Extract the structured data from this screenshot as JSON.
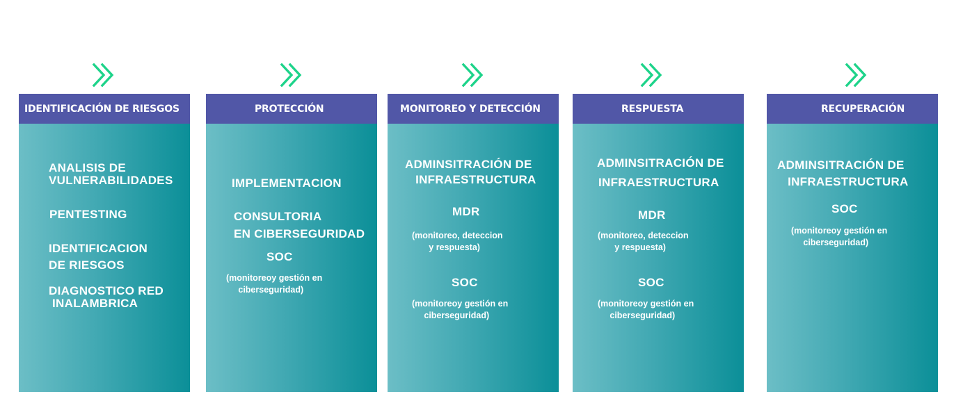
{
  "colors": {
    "header": "#5157a7",
    "chevron": "#1dd38a",
    "gradient_start": "#6cbec6",
    "gradient_end": "#0b8f98"
  },
  "stages": [
    {
      "title": "IDENTIFICACIÓN DE RIESGOS",
      "icon": "double-chevron-right-icon",
      "items": [
        {
          "text": "ANALISIS DE\nVULNERABILIDADES",
          "size": "big"
        },
        {
          "text": "PENTESTING",
          "size": "big"
        },
        {
          "text": "IDENTIFICACION\nDE RIESGOS",
          "size": "big"
        },
        {
          "text": "DIAGNOSTICO RED\n INALAMBRICA",
          "size": "big"
        }
      ]
    },
    {
      "title": "PROTECCIÓN",
      "icon": "double-chevron-right-icon",
      "items": [
        {
          "text": "IMPLEMENTACION",
          "size": "big"
        },
        {
          "text": "CONSULTORIA\nEN CIBERSEGURIDAD",
          "size": "big"
        },
        {
          "text": "SOC",
          "size": "big"
        },
        {
          "text": "(monitoreoy gestión en\n     ciberseguridad)",
          "size": "small"
        }
      ]
    },
    {
      "title": "MONITOREO Y DETECCIÓN",
      "icon": "double-chevron-right-icon",
      "items": [
        {
          "text": "ADMINSITRACIÓN DE\n   INFRAESTRUCTURA",
          "size": "big"
        },
        {
          "text": "MDR",
          "size": "big"
        },
        {
          "text": "(monitoreo, deteccion\n       y respuesta)",
          "size": "small"
        },
        {
          "text": "SOC",
          "size": "big"
        },
        {
          "text": "(monitoreoy gestión en\n     ciberseguridad)",
          "size": "small"
        }
      ]
    },
    {
      "title": "RESPUESTA",
      "icon": "double-chevron-right-icon",
      "items": [
        {
          "text": "ADMINSITRACIÓN DE",
          "size": "big"
        },
        {
          "text": "INFRAESTRUCTURA",
          "size": "big"
        },
        {
          "text": "MDR",
          "size": "big"
        },
        {
          "text": "(monitoreo, deteccion\n       y respuesta)",
          "size": "small"
        },
        {
          "text": "SOC",
          "size": "big"
        },
        {
          "text": "(monitoreoy gestión en\n     ciberseguridad)",
          "size": "small"
        }
      ]
    },
    {
      "title": "RECUPERACIÓN",
      "icon": "double-chevron-right-icon",
      "items": [
        {
          "text": "ADMINSITRACIÓN DE\n   INFRAESTRUCTURA",
          "size": "big"
        },
        {
          "text": "SOC",
          "size": "big"
        },
        {
          "text": "(monitoreoy gestión en\n     ciberseguridad)",
          "size": "small"
        }
      ]
    }
  ]
}
